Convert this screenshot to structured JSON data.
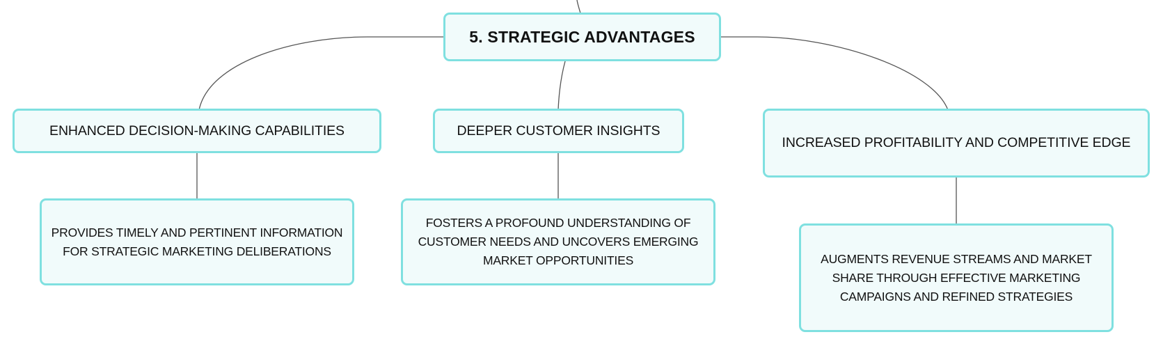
{
  "diagram": {
    "root": {
      "label": "5. STRATEGIC ADVANTAGES"
    },
    "branches": [
      {
        "label": "ENHANCED DECISION-MAKING CAPABILITIES",
        "detail": "PROVIDES TIMELY AND PERTINENT INFORMATION FOR STRATEGIC MARKETING DELIBERATIONS"
      },
      {
        "label": "DEEPER CUSTOMER INSIGHTS",
        "detail": "FOSTERS A PROFOUND UNDERSTANDING OF CUSTOMER NEEDS AND UNCOVERS EMERGING MARKET OPPORTUNITIES"
      },
      {
        "label": "INCREASED PROFITABILITY AND COMPETITIVE EDGE",
        "detail": "AUGMENTS REVENUE STREAMS AND MARKET SHARE THROUGH EFFECTIVE MARKETING CAMPAIGNS AND REFINED STRATEGIES"
      }
    ],
    "colors": {
      "node_fill": "#f1fbfb",
      "node_border": "#7fe0e0",
      "connector": "#555555",
      "text": "#111111"
    }
  }
}
